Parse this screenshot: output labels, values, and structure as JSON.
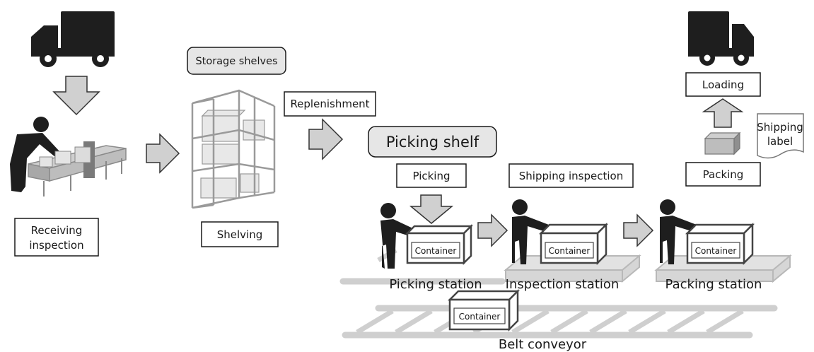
{
  "labels": {
    "storage_shelves": "Storage shelves",
    "replenishment": "Replenishment",
    "picking_shelf": "Picking shelf",
    "picking": "Picking",
    "shipping_inspection": "Shipping inspection",
    "packing": "Packing",
    "loading": "Loading",
    "shipping_label": [
      "Shipping",
      "label"
    ],
    "receiving_inspection": [
      "Receiving",
      "inspection"
    ],
    "shelving": "Shelving",
    "picking_station": "Picking station",
    "inspection_station": "Inspection station",
    "packing_station": "Packing station",
    "belt_conveyor": "Belt conveyor",
    "container": "Container"
  },
  "icons": [
    "truck-icon",
    "person-icon",
    "arrow-icon",
    "storage-rack-icon",
    "box-icon",
    "container-icon"
  ],
  "colors": {
    "ink": "#1e1e1e",
    "arrow_fill": "#d0d0d0",
    "rounded_label_fill": "#e6e6e6",
    "conveyor": "#cfcfcf"
  }
}
